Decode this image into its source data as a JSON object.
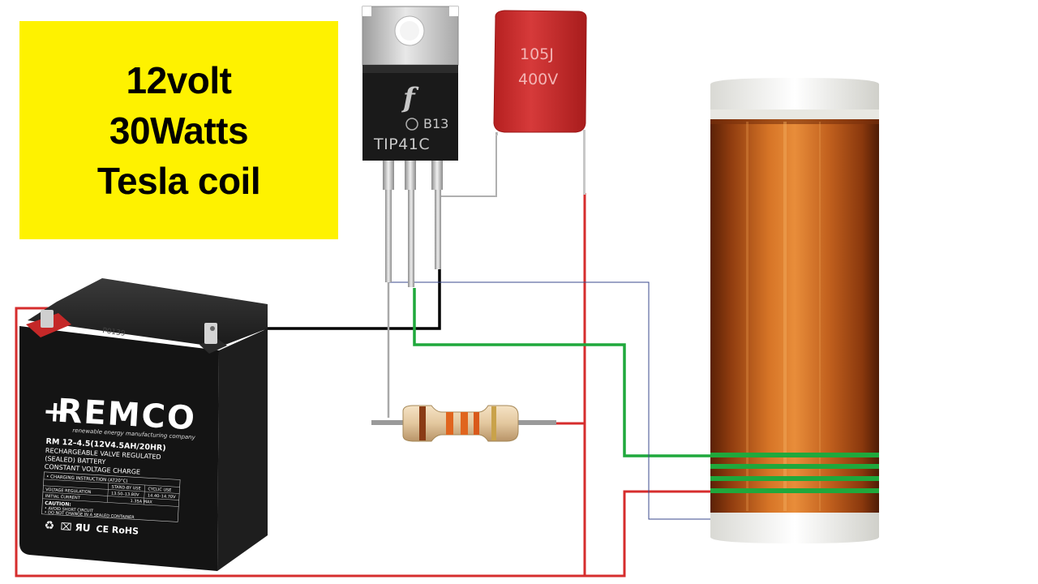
{
  "title": {
    "line1": "12volt",
    "line2": "30Watts",
    "line3": "Tesla coil"
  },
  "transistor": {
    "logo": "f",
    "code": "B13",
    "part_number": "TIP41C"
  },
  "capacitor": {
    "value": "105J",
    "voltage": "400V"
  },
  "battery": {
    "brand": "REMCO",
    "tagline": "renewable energy manufacturing company",
    "model": "RM 12–4.5(12V4.5AH/20HR)",
    "desc1": "RECHARGEABLE VALVE REGULATED",
    "desc2": "(SEALED) BATTERY",
    "desc3": "CONSTANT VOLTAGE CHARGE",
    "charging_header": "• CHARGING INSTRUCTION (AT20°C)",
    "table_h1": "STAND-BY USE",
    "table_h2": "CYCLIC USE",
    "row1_label": "VOLTAGE REGULATION",
    "row1_v1": "13.50–13.80V",
    "row1_v2": "14.40–14.70V",
    "row2_label": "INITIAL CURRENT",
    "row2_v1": "1.35A MAX",
    "caution": "CAUTION:",
    "caution1": "• AVOID SHORT CIRCUIT",
    "caution2": "• DO NOT CHANGE IN A SEALED CONTAINER",
    "marks": "CE RoHS",
    "top_code": "P0139"
  },
  "colors": {
    "title_bg": "#fef200",
    "wire_red": "#d62d2d",
    "wire_green": "#1fa83c",
    "wire_black": "#000000",
    "wire_blue": "#3b4a8c",
    "wire_gray": "#a9a9a9",
    "capacitor": "#c92a2a",
    "copper": "#b8561a"
  }
}
